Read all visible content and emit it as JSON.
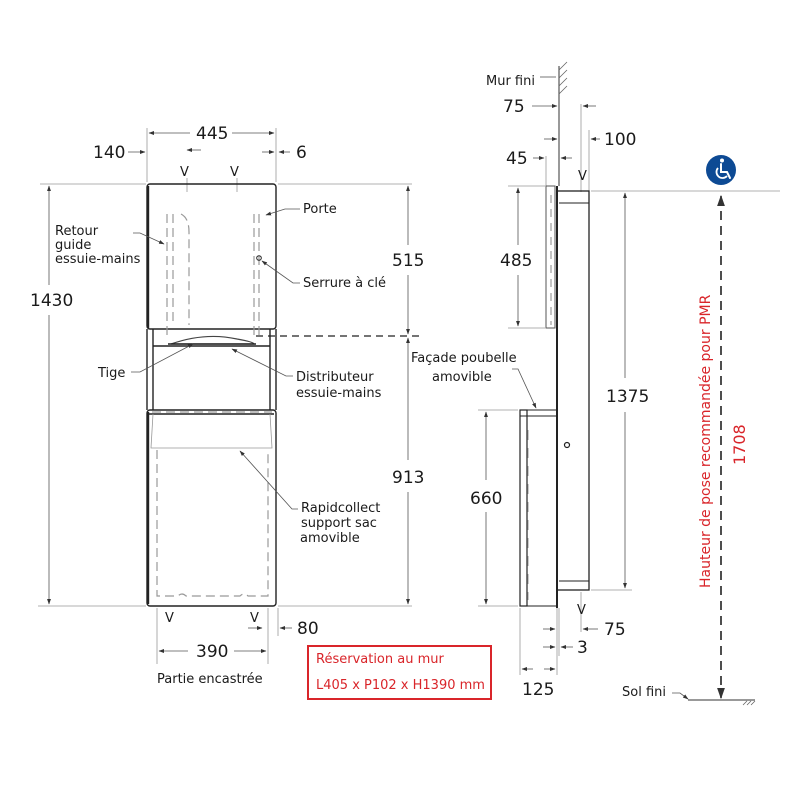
{
  "front_view": {
    "dims": {
      "width_total": "445",
      "left_offset": "140",
      "right_offset": "6",
      "height_total": "1430",
      "upper_height": "515",
      "lower_height": "913",
      "recessed_width": "390",
      "bottom_right_offset": "80"
    },
    "labels": {
      "retour_line1": "Retour",
      "retour_line2": "guide",
      "retour_line3": "essuie-mains",
      "porte": "Porte",
      "serrure": "Serrure à clé",
      "tige": "Tige",
      "distributeur_line1": "Distributeur",
      "distributeur_line2": "essuie-mains",
      "rapid_line1": "Rapidcollect",
      "rapid_line2": "support sac",
      "rapid_line3": "amovible",
      "partie_encastree": "Partie encastrée",
      "v_marker": "V"
    }
  },
  "side_view": {
    "dims": {
      "d75_top": "75",
      "d45": "45",
      "d100": "100",
      "d485": "485",
      "d1375": "1375",
      "d660": "660",
      "d75_bottom": "75",
      "d3": "3",
      "d125": "125"
    },
    "labels": {
      "mur_fini": "Mur fini",
      "facade_line1": "Façade poubelle",
      "facade_line2": "amovible",
      "sol_fini": "Sol fini",
      "v_marker": "V"
    }
  },
  "pmr": {
    "icon": "wheelchair-accessibility-icon",
    "label": "Hauteur de pose recommandée pour PMR",
    "height": "1708",
    "icon_color": "#0d4a94",
    "text_color": "#d9252a"
  },
  "reservation": {
    "line1": "Réservation au mur",
    "line2": "L405 x P102 x H1390 mm",
    "color": "#d9252a"
  }
}
